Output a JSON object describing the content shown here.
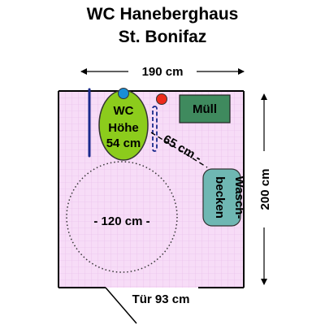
{
  "title": {
    "line1": "WC Haneberghaus",
    "line2": "St. Bonifaz"
  },
  "dimensions": {
    "width_label": "190 cm",
    "height_label": "200 cm",
    "clearance_label": "65 cm -",
    "turning_circle_label": "- 120 cm -",
    "door_label": "Tür 93 cm"
  },
  "fixtures": {
    "toilet": {
      "line1": "WC",
      "line2": "Höhe",
      "line3": "54 cm"
    },
    "bin_label": "Müll",
    "sink": {
      "line1": "Wasch-",
      "line2": "becken"
    }
  },
  "colors": {
    "floor": "#f7dcf7",
    "grid": "#e6b8e8",
    "wall": "#000000",
    "toilet": "#8ccc1c",
    "bin": "#3f8a5e",
    "sink": "#6fb7b3",
    "grab_bar": "#1a2a8c",
    "dot_blue": "#1a8ed6",
    "dot_red": "#ee2b1c"
  }
}
